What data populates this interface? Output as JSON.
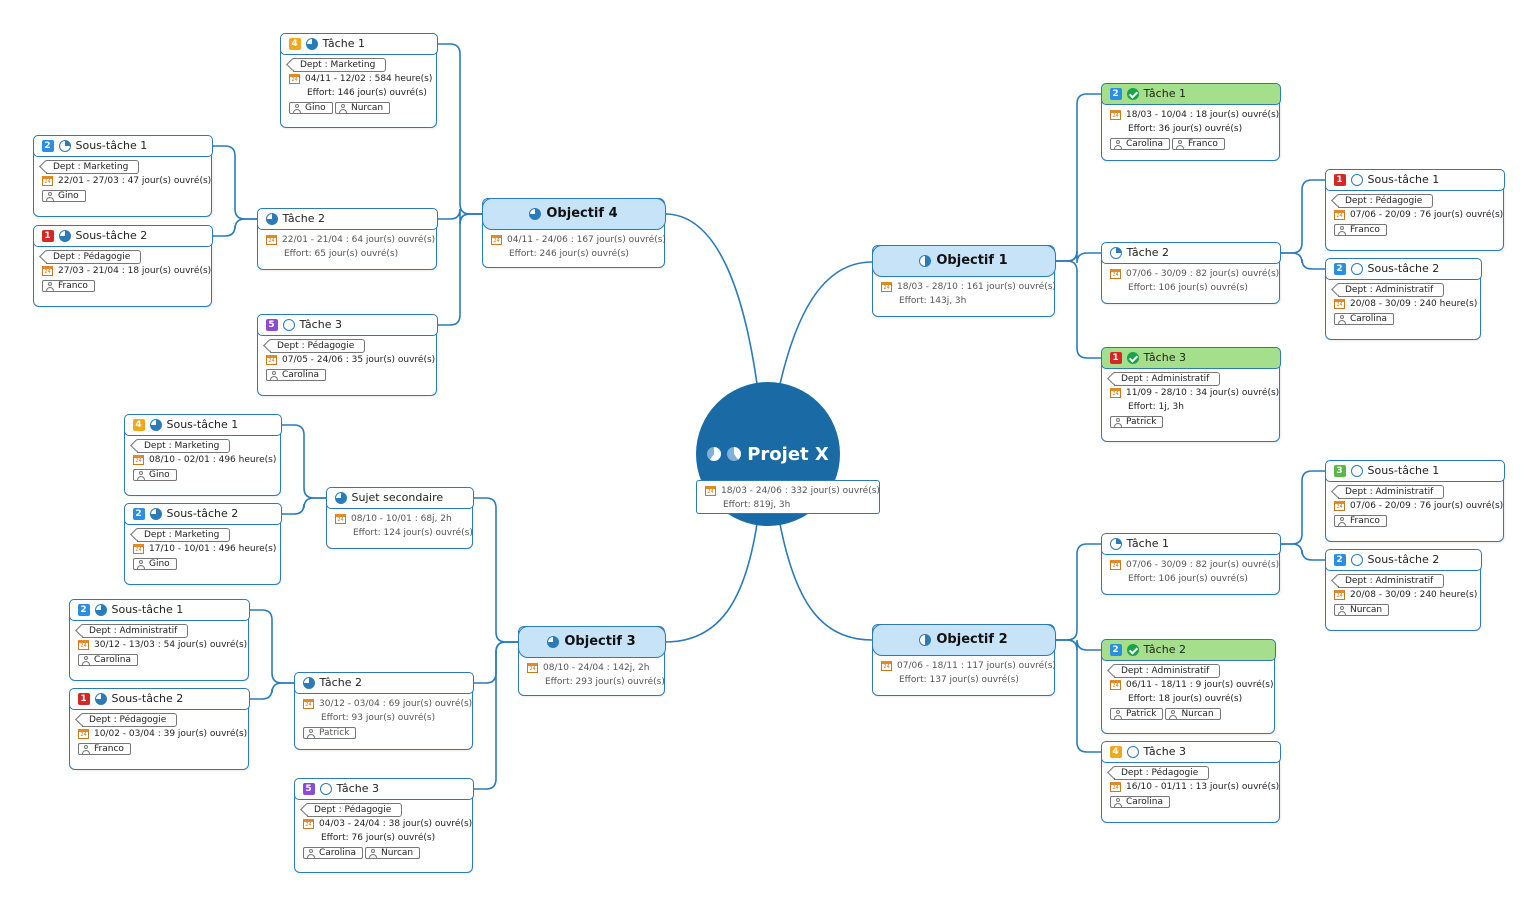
{
  "colors": {
    "accent": "#2b7bb9",
    "root": "#1a6aa6",
    "objective_fill": "#c6e3f8",
    "done_fill": "#a5df8c",
    "calendar": "#e08a2a",
    "priority": {
      "1": "#d22a23",
      "2": "#2a8ee3",
      "3": "#58b947",
      "4": "#f1a81e",
      "5": "#8c4bd6"
    }
  },
  "root": {
    "title": "Projet X",
    "dates": "18/03 - 24/06 : 332 jour(s) ouvré(s)",
    "effort": "Effort: 819j, 3h"
  },
  "nodes": [
    {
      "id": "obj4",
      "type": "objective",
      "title": "Objectif 4",
      "progress": 0.75,
      "dates": "04/11 - 24/06 : 167 jour(s) ouvré(s)",
      "effort": "Effort: 246 jour(s) ouvré(s)"
    },
    {
      "id": "o4t1",
      "title": "Tâche 1",
      "priority": 4,
      "progress": 0.75,
      "dept": "Dept : Marketing",
      "dates": "04/11 - 12/02 : 584 heure(s)",
      "effort": "Effort: 146 jour(s) ouvré(s)",
      "people": [
        "Gino",
        "Nurcan"
      ]
    },
    {
      "id": "o4t2",
      "title": "Tâche 2",
      "progress": 0.75,
      "dim": true,
      "dates": "22/01 - 21/04 : 64 jour(s) ouvré(s)",
      "effort": "Effort: 65 jour(s) ouvré(s)"
    },
    {
      "id": "o4t2s1",
      "title": "Sous-tâche 1",
      "priority": 2,
      "progress": 0.25,
      "dept": "Dept : Marketing",
      "dates": "22/01 - 27/03 : 47 jour(s) ouvré(s)",
      "people": [
        "Gino"
      ]
    },
    {
      "id": "o4t2s2",
      "title": "Sous-tâche 2",
      "priority": 1,
      "progress": 0.75,
      "dept": "Dept : Pédagogie",
      "dates": "27/03 - 21/04 : 18 jour(s) ouvré(s)",
      "people": [
        "Franco"
      ]
    },
    {
      "id": "o4t3",
      "title": "Tâche 3",
      "priority": 5,
      "progress": 0,
      "dept": "Dept : Pédagogie",
      "dates": "07/05 - 24/06 : 35 jour(s) ouvré(s)",
      "people": [
        "Carolina"
      ]
    },
    {
      "id": "obj1",
      "type": "objective",
      "title": "Objectif 1",
      "progress": 0.5,
      "dates": "18/03 - 28/10 : 161 jour(s) ouvré(s)",
      "effort": "Effort: 143j, 3h"
    },
    {
      "id": "o1t1",
      "title": "Tâche 1",
      "priority": 2,
      "progress": 1,
      "dates": "18/03 - 10/04 : 18 jour(s) ouvré(s)",
      "effort": "Effort: 36 jour(s) ouvré(s)",
      "people": [
        "Carolina",
        "Franco"
      ]
    },
    {
      "id": "o1t2",
      "title": "Tâche 2",
      "progress": 0.25,
      "dim": true,
      "dates": "07/06 - 30/09 : 82 jour(s) ouvré(s)",
      "effort": "Effort: 106 jour(s) ouvré(s)"
    },
    {
      "id": "o1t2s1",
      "title": "Sous-tâche 1",
      "priority": 1,
      "progress": 0,
      "dept": "Dept : Pédagogie",
      "dates": "07/06 - 20/09 : 76 jour(s) ouvré(s)",
      "people": [
        "Franco"
      ]
    },
    {
      "id": "o1t2s2",
      "title": "Sous-tâche 2",
      "priority": 2,
      "progress": 0,
      "dept": "Dept : Administratif",
      "dates": "20/08 - 30/09 : 240 heure(s)",
      "people": [
        "Carolina"
      ]
    },
    {
      "id": "o1t3",
      "title": "Tâche 3",
      "priority": 1,
      "progress": 1,
      "dept": "Dept : Administratif",
      "dates": "11/09 - 28/10 : 34 jour(s) ouvré(s)",
      "effort": "Effort: 1j, 3h",
      "people": [
        "Patrick"
      ]
    },
    {
      "id": "obj3",
      "type": "objective",
      "title": "Objectif 3",
      "progress": 0.75,
      "dates": "08/10 - 24/04 : 142j, 2h",
      "effort": "Effort: 293 jour(s) ouvré(s)"
    },
    {
      "id": "o3ss",
      "title": "Sujet secondaire",
      "progress": 0.75,
      "dim": true,
      "dates": "08/10 - 10/01 : 68j, 2h",
      "effort": "Effort: 124 jour(s) ouvré(s)"
    },
    {
      "id": "o3sss1",
      "title": "Sous-tâche 1",
      "priority": 4,
      "progress": 0.75,
      "dept": "Dept : Marketing",
      "dates": "08/10 - 02/01 : 496 heure(s)",
      "people": [
        "Gino"
      ]
    },
    {
      "id": "o3sss2",
      "title": "Sous-tâche 2",
      "priority": 2,
      "progress": 0.75,
      "dept": "Dept : Marketing",
      "dates": "17/10 - 10/01 : 496 heure(s)",
      "people": [
        "Gino"
      ]
    },
    {
      "id": "o3t2",
      "title": "Tâche 2",
      "progress": 0.75,
      "dim": true,
      "dates": "30/12 - 03/04 : 69 jour(s) ouvré(s)",
      "effort": "Effort: 93 jour(s) ouvré(s)",
      "people": [
        "Patrick"
      ]
    },
    {
      "id": "o3t2s1",
      "title": "Sous-tâche 1",
      "priority": 2,
      "progress": 0.75,
      "dept": "Dept : Administratif",
      "dates": "30/12 - 13/03 : 54 jour(s) ouvré(s)",
      "people": [
        "Carolina"
      ]
    },
    {
      "id": "o3t2s2",
      "title": "Sous-tâche 2",
      "priority": 1,
      "progress": 0.75,
      "dept": "Dept : Pédagogie",
      "dates": "10/02 - 03/04 : 39 jour(s) ouvré(s)",
      "people": [
        "Franco"
      ]
    },
    {
      "id": "o3t3",
      "title": "Tâche 3",
      "priority": 5,
      "progress": 0,
      "dept": "Dept : Pédagogie",
      "dates": "04/03 - 24/04 : 38 jour(s) ouvré(s)",
      "effort": "Effort: 76 jour(s) ouvré(s)",
      "people": [
        "Carolina",
        "Nurcan"
      ]
    },
    {
      "id": "obj2",
      "type": "objective",
      "title": "Objectif 2",
      "progress": 0.5,
      "dates": "07/06 - 18/11 : 117 jour(s) ouvré(s)",
      "effort": "Effort: 137 jour(s) ouvré(s)"
    },
    {
      "id": "o2t1",
      "title": "Tâche 1",
      "progress": 0.25,
      "dim": true,
      "dates": "07/06 - 30/09 : 82 jour(s) ouvré(s)",
      "effort": "Effort: 106 jour(s) ouvré(s)"
    },
    {
      "id": "o2t1s1",
      "title": "Sous-tâche 1",
      "priority": 3,
      "progress": 0,
      "dept": "Dept : Administratif",
      "dates": "07/06 - 20/09 : 76 jour(s) ouvré(s)",
      "people": [
        "Franco"
      ]
    },
    {
      "id": "o2t1s2",
      "title": "Sous-tâche 2",
      "priority": 2,
      "progress": 0,
      "dept": "Dept : Administratif",
      "dates": "20/08 - 30/09 : 240 heure(s)",
      "people": [
        "Nurcan"
      ]
    },
    {
      "id": "o2t2",
      "title": "Tâche 2",
      "priority": 2,
      "progress": 1,
      "dept": "Dept : Administratif",
      "dates": "06/11 - 18/11 : 9 jour(s) ouvré(s)",
      "effort": "Effort: 18 jour(s) ouvré(s)",
      "people": [
        "Patrick",
        "Nurcan"
      ]
    },
    {
      "id": "o2t3",
      "title": "Tâche 3",
      "priority": 4,
      "progress": 0,
      "dept": "Dept : Pédagogie",
      "dates": "16/10 - 01/11 : 13 jour(s) ouvré(s)",
      "people": [
        "Carolina"
      ]
    }
  ]
}
